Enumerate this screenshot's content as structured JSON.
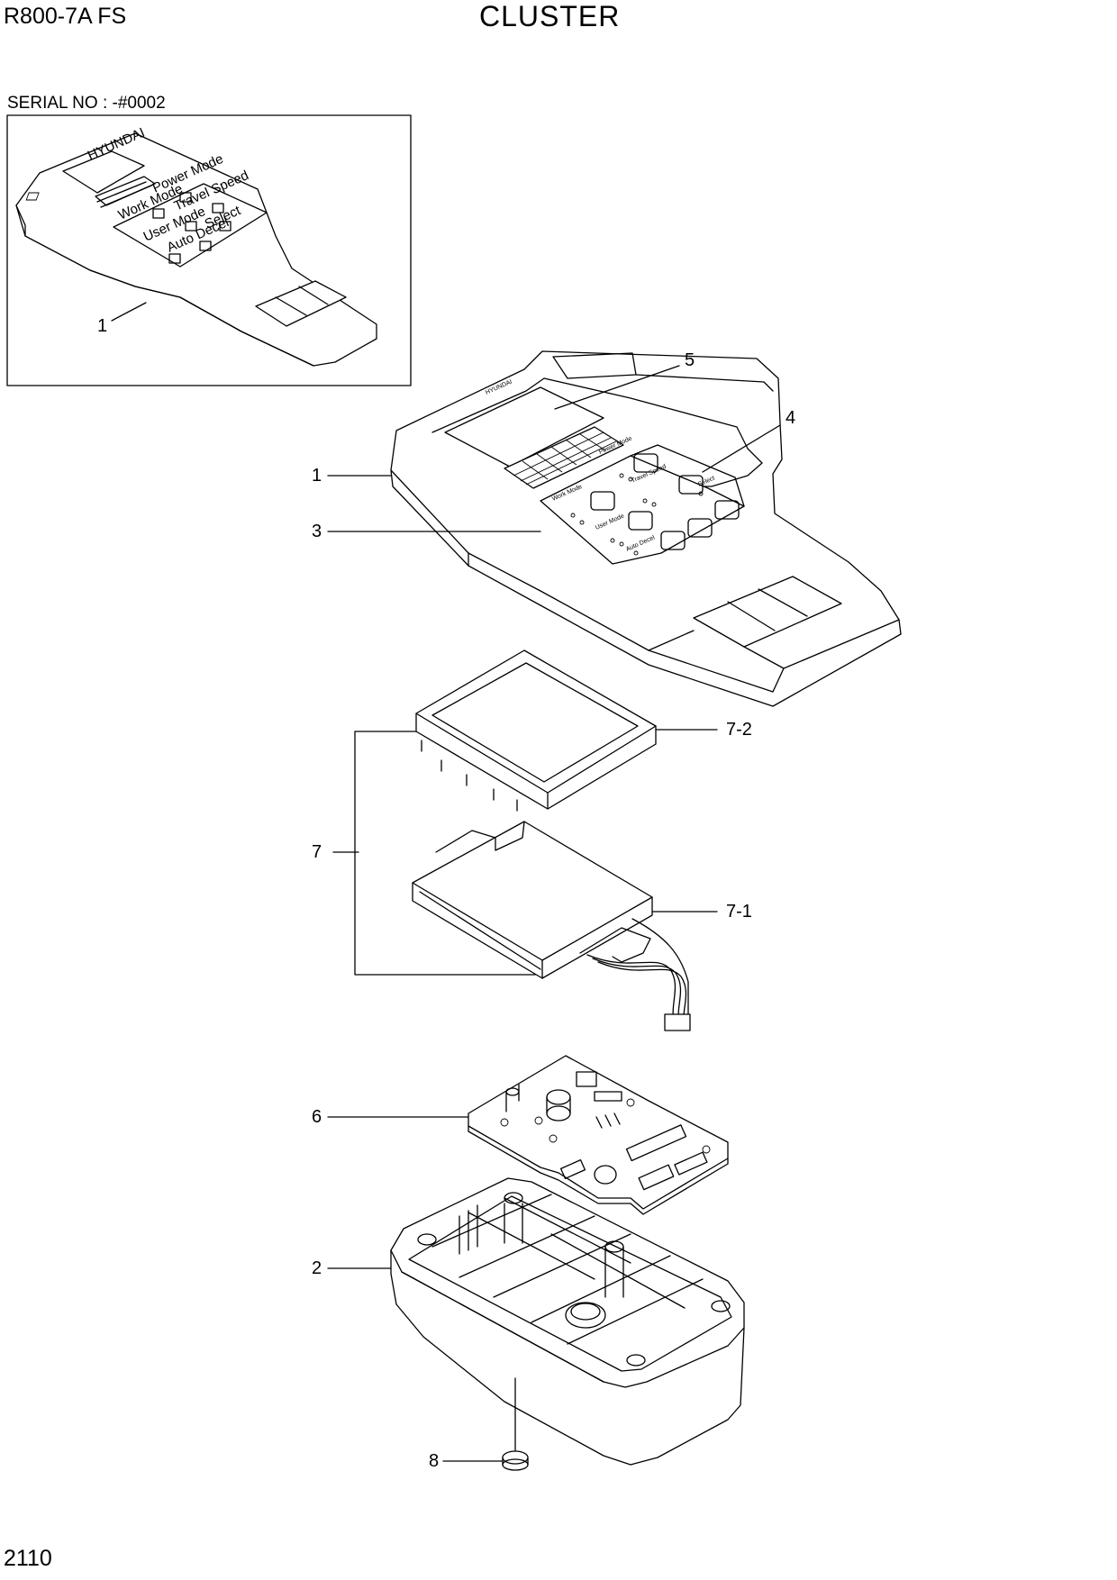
{
  "header": {
    "model": "R800-7A  FS",
    "title": "CLUSTER",
    "serial": "SERIAL NO : -#0002",
    "page_number": "2110"
  },
  "inset": {
    "callout": "1",
    "brand": "HYUNDAI",
    "panel_labels": [
      "Power Mode",
      "Work Mode",
      "Travel Speed",
      "User Mode",
      "Auto Decel",
      "Select"
    ]
  },
  "main_panel": {
    "brand": "HYUNDAI",
    "panel_labels": [
      "Power Mode",
      "Work Mode",
      "Travel Speed",
      "User Mode",
      "Auto Decel",
      "Select"
    ]
  },
  "callouts": {
    "c5": "5",
    "c4": "4",
    "c1": "1",
    "c3": "3",
    "c7_2": "7-2",
    "c7": "7",
    "c7_1": "7-1",
    "c6": "6",
    "c2": "2",
    "c8": "8"
  }
}
